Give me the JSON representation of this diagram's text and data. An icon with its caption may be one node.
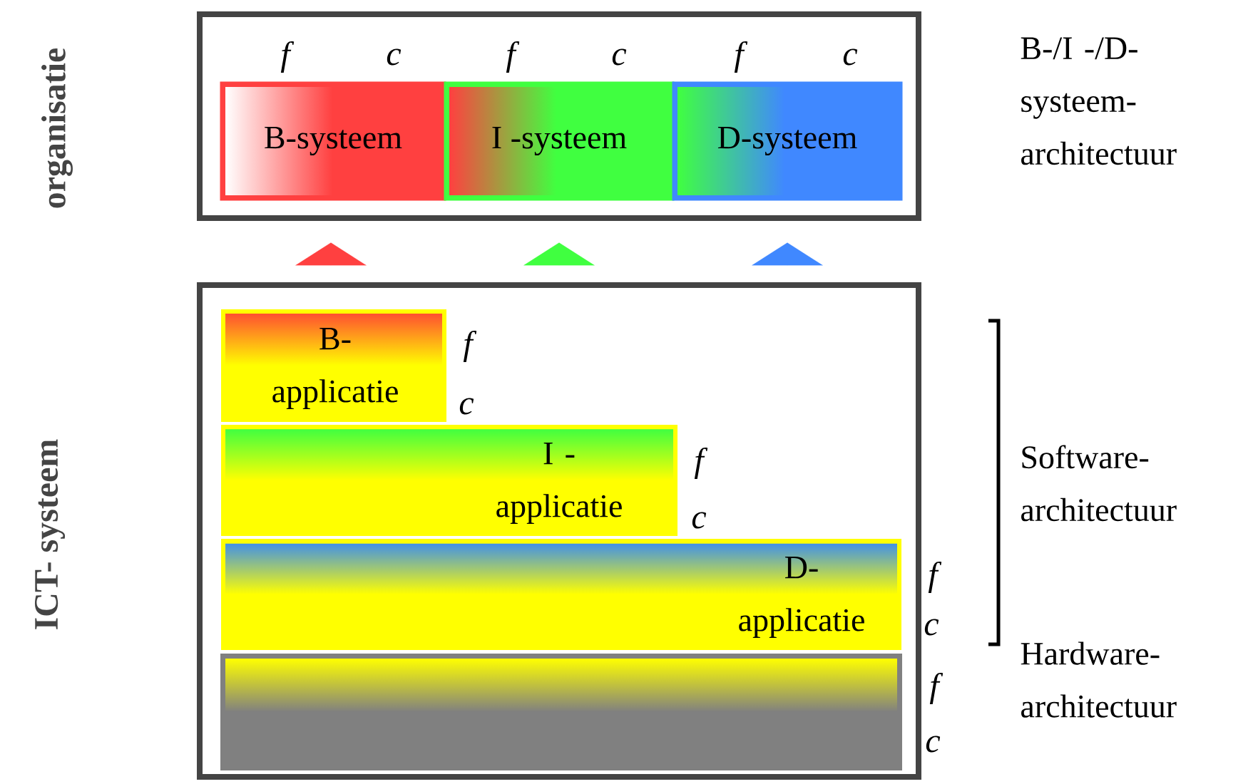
{
  "diagram": {
    "nodes": [
      {
        "text": [
          "organisatie"
        ],
        "beside": [
          "B-/I -/D- systeem- architectuur"
        ]
      },
      {
        "text": [
          "B-systeem"
        ],
        "in": 0,
        "beside": [
          "f",
          "c"
        ]
      },
      {
        "text": [
          "I -systeem"
        ],
        "in": 0,
        "beside": [
          "f",
          "c"
        ]
      },
      {
        "text": [
          "D-systeem"
        ],
        "in": 0,
        "beside": [
          "f",
          "c"
        ]
      },
      {
        "text": [
          "ICT- systeem"
        ]
      },
      {
        "text": [
          "B- applicatie"
        ],
        "in": 4,
        "beside": [
          "f",
          "c"
        ]
      },
      {
        "text": [
          "I - applicatie"
        ],
        "in": 4,
        "beside": [
          "f",
          "c"
        ]
      },
      {
        "text": [
          "D- applicatie"
        ],
        "in": 4,
        "beside": [
          "f",
          "c"
        ]
      },
      {
        "text": [],
        "shape": "bar",
        "in": 4,
        "beside": [
          "f",
          "c"
        ]
      }
    ],
    "edges": [
      {
        "from": 4,
        "to": 0,
        "arrow": "to",
        "color": "#ff4040"
      },
      {
        "from": 4,
        "to": 0,
        "arrow": "to",
        "color": "#40ff40"
      },
      {
        "from": 4,
        "to": 0,
        "arrow": "to",
        "color": "#4088ff"
      }
    ],
    "labels": [
      "Software- architectuur",
      "Hardware- architectuur"
    ]
  }
}
